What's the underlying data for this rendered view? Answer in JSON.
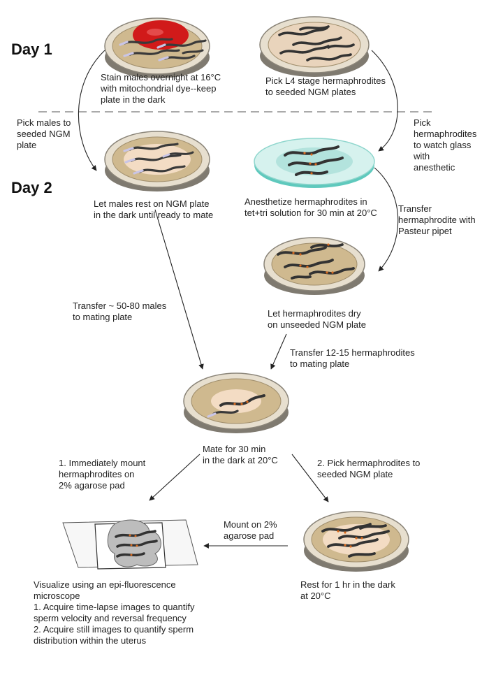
{
  "days": {
    "day1": "Day 1",
    "day2": "Day 2"
  },
  "steps": {
    "stain_males": "Stain males overnight at 16°C\nwith mitochondrial dye--keep\nplate in the dark",
    "pick_l4": "Pick L4 stage hermaphrodites\nto seeded NGM plates",
    "rest_males": "Let males rest on NGM plate\nin the dark until ready to mate",
    "anesthetize": "Anesthetize hermaphrodites in\ntet+tri solution for 30 min at 20°C",
    "dry_herm": "Let hermaphrodites dry\non unseeded NGM plate",
    "mate": "Mate for 30 min\nin the dark at 20°C",
    "rest_1hr": "Rest for 1 hr in the dark\nat 20°C",
    "visualize": "Visualize using an epi-fluorescence\nmicroscope\n1. Acquire time-lapse images to quantify\n    sperm velocity and reversal frequency\n2. Acquire still images to quantify sperm\n    distribution within the uterus"
  },
  "transitions": {
    "pick_males": "Pick males to\nseeded NGM\nplate",
    "pick_herm_watch": "Pick hermaphrodites\nto watch glass with\nanesthetic",
    "transfer_pipet": "Transfer\nhermaphrodite with\nPasteur pipet",
    "transfer_males": "Transfer ~ 50-80 males\nto mating plate",
    "transfer_herm": "Transfer 12-15 hermaphrodites\nto mating plate",
    "mount_immediately": "1. Immediately mount\n    hermaphrodites on\n    2% agarose pad",
    "pick_seeded": "2. Pick hermaphrodites to\n    seeded NGM plate",
    "mount_agarose": "Mount on 2%\nagarose pad"
  },
  "colors": {
    "plate_rim": "#e7dfcf",
    "plate_inner": "#cfb98f",
    "food_lawn": "#f3dcc4",
    "dye_spot": "#d11a1a",
    "watch_glass": "#bfe9e4",
    "worm_body": "#3a3a3a",
    "worm_pale": "#c9c5e6",
    "sperm_orange": "#d96b1f",
    "arrow": "#222222"
  }
}
